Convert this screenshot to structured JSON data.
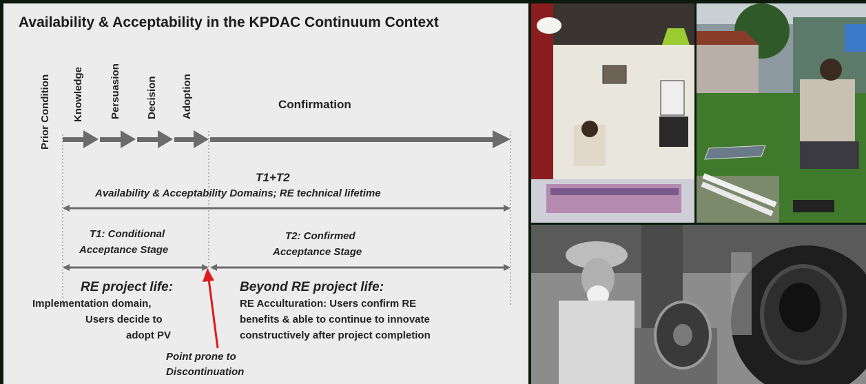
{
  "title": "Availability & Acceptability in the KPDAC Continuum Context",
  "stages": {
    "prior": "Prior Condition",
    "knowledge": "Knowledge",
    "persuasion": "Persuasion",
    "decision": "Decision",
    "adoption": "Adoption",
    "confirmation": "Confirmation"
  },
  "t1t2": {
    "heading": "T1+T2",
    "caption": "Availability & Acceptability Domains; RE technical lifetime"
  },
  "t1": {
    "line1": "T1: Conditional",
    "line2": "Acceptance Stage"
  },
  "t2": {
    "line1": "T2: Confirmed",
    "line2": "Acceptance Stage"
  },
  "left_block": {
    "heading": "RE project life:",
    "line1": "Implementation domain,",
    "line2": "Users decide to",
    "line3": "adopt PV"
  },
  "right_block": {
    "heading": "Beyond RE project life:",
    "line1": "RE Acculturation: Users confirm RE",
    "line2": "benefits & able to continue to innovate",
    "line3": "constructively after project completion"
  },
  "pointer": {
    "line1": "Point prone to",
    "line2": "Discontinuation"
  },
  "colors": {
    "arrow": "#6b6b6b",
    "pointer": "#e01b1b",
    "panel": "#ececec",
    "frame": "#0b1a0d"
  }
}
